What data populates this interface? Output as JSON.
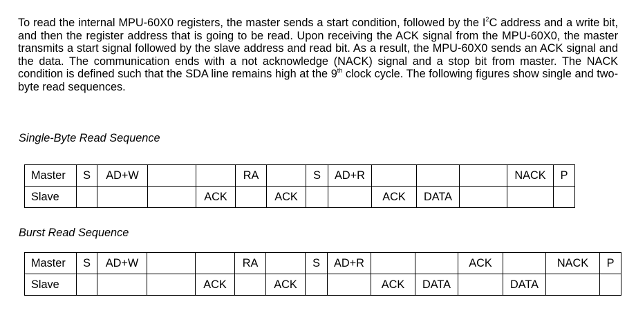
{
  "intro": {
    "part1": "To read the internal MPU-60X0 registers, the master sends a start condition, followed by the I",
    "sup1": "2",
    "part2": "C address and a write bit, and then the register address that is going to be read. Upon receiving the ACK signal from the MPU-60X0, the master transmits a start signal followed by the slave address and read bit. As a result, the MPU-60X0 sends an ACK signal and the data. The communication ends with a not acknowledge (NACK) signal and a stop bit from master. The NACK condition is defined such that the SDA line remains high at the 9",
    "sup2": "th",
    "part3": " clock cycle. The following figures show single and two-byte read sequences."
  },
  "single_byte": {
    "heading": "Single-Byte Read Sequence",
    "master_row": [
      "Master",
      "S",
      "AD+W",
      "",
      "",
      "RA",
      "",
      "S",
      "AD+R",
      "",
      "",
      "",
      "NACK",
      "P"
    ],
    "slave_row": [
      "Slave",
      "",
      "",
      "",
      "ACK",
      "",
      "ACK",
      "",
      "",
      "ACK",
      "DATA",
      "",
      "",
      ""
    ]
  },
  "burst": {
    "heading": "Burst Read Sequence",
    "master_row": [
      "Master",
      "S",
      "AD+W",
      "",
      "",
      "RA",
      "",
      "S",
      "AD+R",
      "",
      "",
      "ACK",
      "",
      "NACK",
      "P"
    ],
    "slave_row": [
      "Slave",
      "",
      "",
      "",
      "ACK",
      "",
      "ACK",
      "",
      "",
      "ACK",
      "DATA",
      "",
      "DATA",
      "",
      ""
    ]
  }
}
